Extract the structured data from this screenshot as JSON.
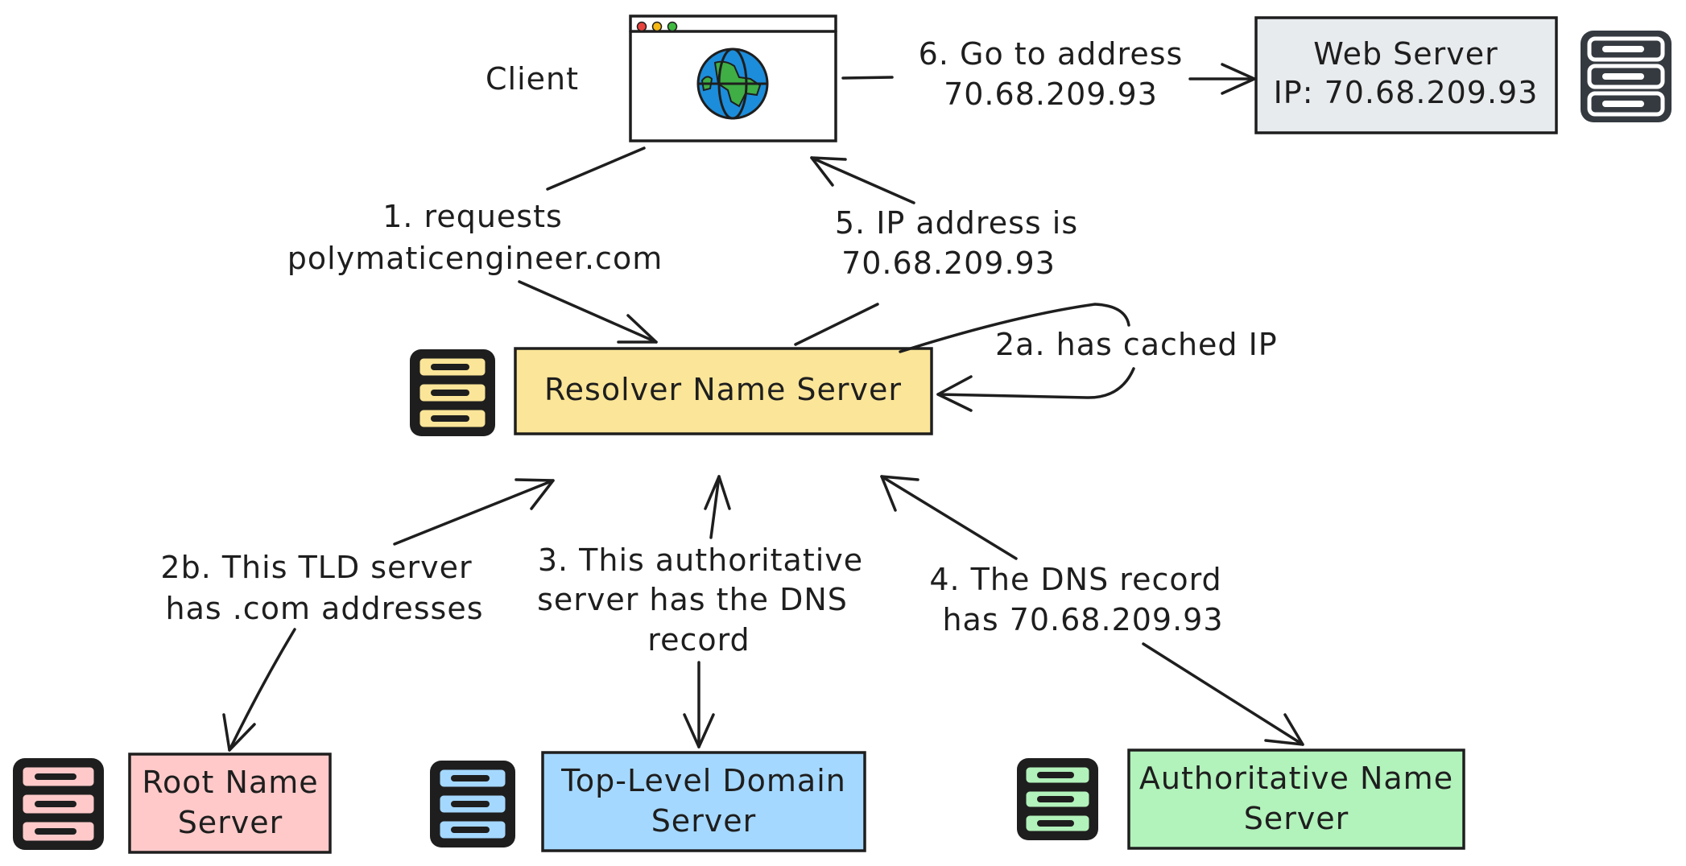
{
  "colors": {
    "resolver": "#fbe598",
    "root": "#ffc9c9",
    "tld": "#a5d8ff",
    "authoritative": "#b2f2bb",
    "web": "#e8ebee",
    "ink": "#1e1e1e",
    "globe_water": "#1c8ddb",
    "globe_land": "#3fae44",
    "dot_red": "#e8433f",
    "dot_yellow": "#f5b814",
    "dot_green": "#3fba3f"
  },
  "client": {
    "label": "Client",
    "icon": "browser-globe-icon"
  },
  "nodes": {
    "web_server": {
      "line1": "Web Server",
      "line2": "IP: 70.68.209.93",
      "icon": "server-rack-icon"
    },
    "resolver": {
      "label": "Resolver Name Server",
      "icon": "server-rack-icon"
    },
    "root": {
      "line1": "Root Name",
      "line2": "Server",
      "icon": "server-rack-icon"
    },
    "tld": {
      "line1": "Top-Level Domain",
      "line2": "Server",
      "icon": "server-rack-icon"
    },
    "authoritative": {
      "line1": "Authoritative Name",
      "line2": "Server",
      "icon": "server-rack-icon"
    }
  },
  "steps": {
    "s1": {
      "line1": "1. requests",
      "line2": "polymaticengineer.com"
    },
    "s2a": {
      "line1": "2a. has cached IP"
    },
    "s2b": {
      "line1": "2b. This TLD server",
      "line2": "has .com addresses"
    },
    "s3": {
      "line1": "3. This authoritative",
      "line2": "server has the DNS",
      "line3": "record"
    },
    "s4": {
      "line1": "4. The DNS record",
      "line2": "has 70.68.209.93"
    },
    "s5": {
      "line1": "5. IP address is",
      "line2": "70.68.209.93"
    },
    "s6": {
      "line1": "6. Go to address",
      "line2": "70.68.209.93"
    }
  }
}
